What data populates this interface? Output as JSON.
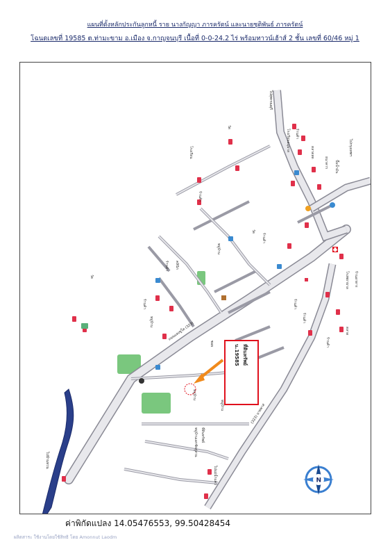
{
  "header": {
    "title_line1": "แผนที่ตั้งหลักประกันลูกหนี้ ราย นางกัญญา ภารครัตน์ และนายชุติพันธ์ ภารครัตน์",
    "title_line2": "โฉนดเลขที่ 19585 ต.ท่ามะขาม อ.เมือง จ.กาญจนบุรี เนื้อที่ 0-0-24.2 ไร่ พร้อมทาวน์เฮ้าส์ 2 ชั้น เลขที่ 60/46 หมู่ 1"
  },
  "map": {
    "property_box": {
      "line1": "ที่ดินทรัพย์",
      "line2": "น.19585"
    },
    "roads": {
      "to_lopburi_north": "ไปสุพรรณบุรี",
      "to_bangkok": "ไปกรุงเทพฯ",
      "to_kanchanaburi_bottom": "ไปบ้านทวน",
      "to_river_bottom": "ไปแม่น้ำแคว",
      "main_road": "ถนนแสงชูโต (323)",
      "secondary_road": "(323) บายพาส"
    },
    "landmark_red_label": {
      "line1": "ที่ดินทรัพย์",
      "line2": "หมู่บ้านเอกชัยคู่สวน"
    },
    "compass_letter": "N",
    "colors": {
      "road_fill": "#e8e8ec",
      "road_edge": "#8a8a95",
      "arrow_orange": "#f08a1c",
      "box_red": "#e0101c",
      "water_blue": "#2a3f8a",
      "green_area": "#7ac77e",
      "compass_blue": "#3a7fd0"
    }
  },
  "coordinates": "ค่าพิกัดแปลง  14.05476553, 99.50428454",
  "footer": "ผลิตสาระ ใช้งานโดยใช้สิทธิ โดย Amonnut Laodm"
}
